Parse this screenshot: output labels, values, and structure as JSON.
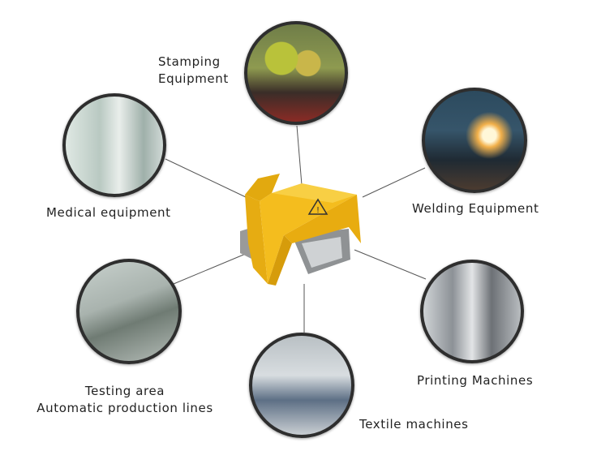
{
  "labels": {
    "stamping_1": "Stamping",
    "stamping_2": "Equipment",
    "medical": "Medical equipment",
    "welding": "Welding Equipment",
    "testing_1": "Testing area",
    "testing_2": "Automatic production lines",
    "printing": "Printing Machines",
    "textile": "Textile machines"
  },
  "colors": {
    "pedal": "#f2b81c",
    "line": "#555555",
    "border": "#2e2e2e"
  }
}
